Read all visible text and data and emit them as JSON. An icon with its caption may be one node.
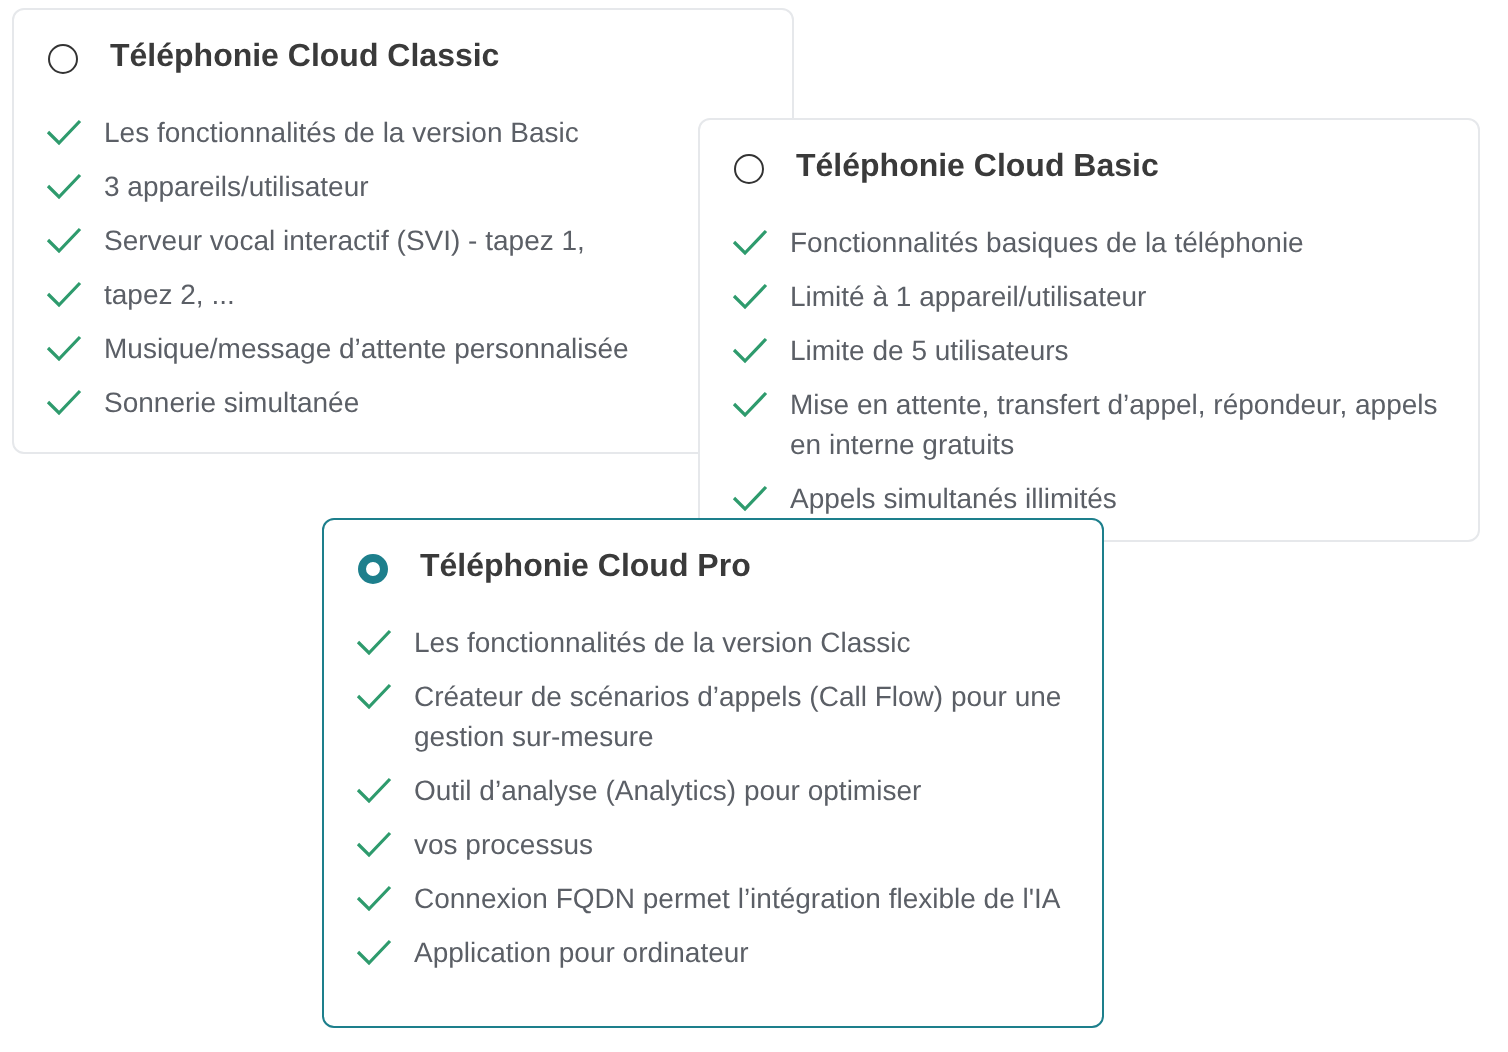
{
  "diagram": {
    "nodes": [
      {
        "text": [
          "Téléphonie Cloud Classic",
          "Les fonctionnalités de la version Basic",
          "3 appareils/utilisateur",
          "Serveur vocal interactif (SVI) - tapez 1,",
          "tapez 2, ...",
          "Musique/message d’attente personnalisée",
          "Sonnerie simultanée"
        ]
      },
      {
        "text": [
          "Téléphonie Cloud Basic",
          "Fonctionnalités basiques de la téléphonie",
          "Limité à 1 appareil/utilisateur",
          "Limite de 5 utilisateurs",
          "Mise en attente, transfert d’appel, répondeur, appels en interne gratuits",
          "Appels simultanés illimités"
        ]
      },
      {
        "text": [
          "Téléphonie Cloud Pro",
          "Les fonctionnalités de la version Classic",
          "Créateur de scénarios d’appels (Call Flow) pour une gestion sur-mesure",
          "Outil d’analyse (Analytics) pour optimiser",
          "vos processus",
          "Connexion FQDN permet l’intégration flexible de l'IA",
          "Application pour ordinateur"
        ]
      }
    ]
  }
}
